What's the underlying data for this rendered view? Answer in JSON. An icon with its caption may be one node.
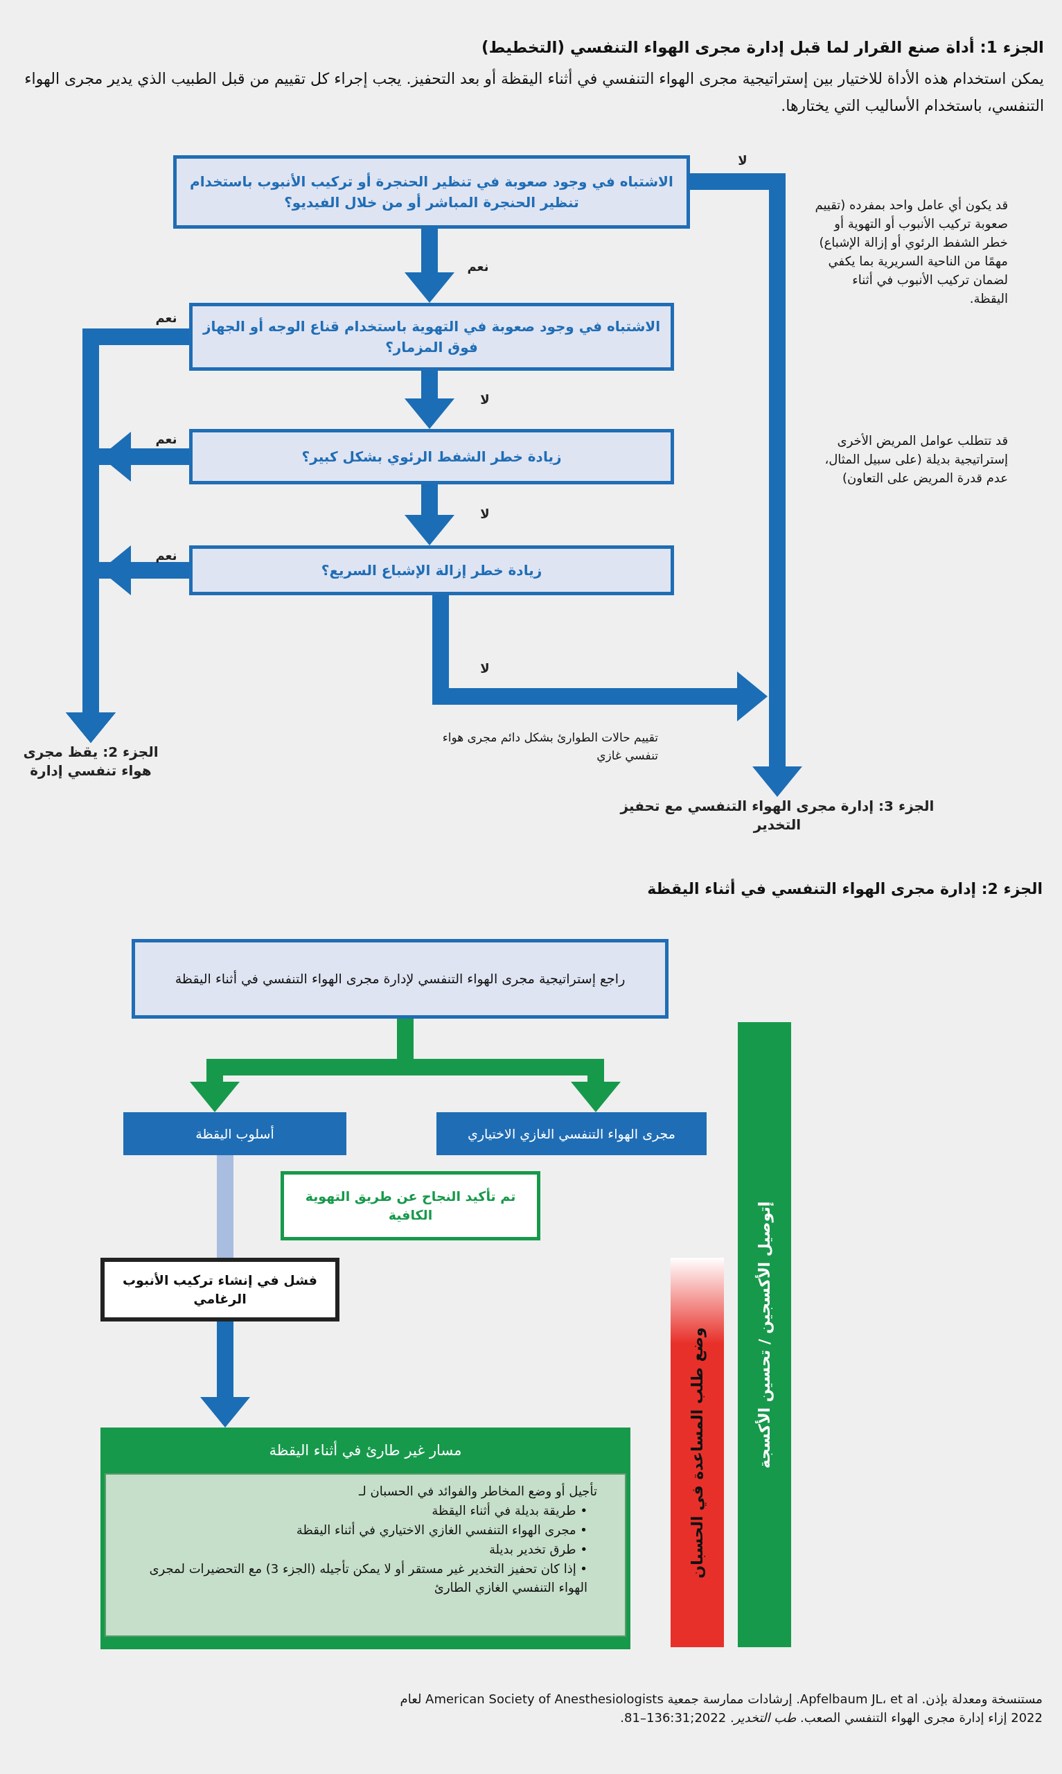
{
  "diagram": {
    "title": "الجزء 1: أداة صنع القرار لما قبل إدارة مجرى الهواء التنفسي (التخطيط)",
    "caption": "مستنسخة ومعدلة بإذن. Apfelbaum JL، et al. إرشادات ممارسة جمعية American Society of Anesthesiologists لعام 2022 إزاء إدارة مجرى الهواء التنفسي الصعب. *طب التخدير*. 2022;136:31–81.",
    "nodes": [
      {
        "text": [
          "الاشتباه في وجود صعوبة في تنظير الحنجرة أو تركيب الأنبوب باستخدام تنظير الحنجرة المباشر أو من خلال الفيديو؟"
        ]
      },
      {
        "text": [
          "الاشتباه في وجود صعوبة في التهوية باستخدام قناع الوجه أو الجهاز فوق المزمار؟"
        ]
      },
      {
        "text": [
          "زيادة خطر الشفط الرئوي بشكل كبير؟"
        ]
      },
      {
        "text": [
          "زيادة خطر إزالة الإشباع السريع؟"
        ]
      },
      {
        "text": [
          "الجزء 2: يقظ مجرى هواء تنفسي إدارة"
        ]
      },
      {
        "text": [
          "الجزء 3: إدارة مجرى الهواء التنفسي مع تحفيز التخدير"
        ]
      },
      {
        "text": [
          "راجع إستراتيجية مجرى الهواء التنفسي لإدارة مجرى الهواء التنفسي في أثناء اليقظة"
        ]
      },
      {
        "text": [
          "مجرى الهواء التنفسي الغازي الاختياري"
        ]
      },
      {
        "text": [
          "أسلوب اليقظة"
        ]
      },
      {
        "text": [
          "تم تأكيد النجاح عن طريق التهوية الكافية"
        ]
      },
      {
        "text": [
          "فشل في إنشاء تركيب الأنبوب الرغامي"
        ]
      },
      {
        "text": [
          "مسار غير طارئ في أثناء اليقظة",
          "تأجيل أو وضع المخاطر والفوائد في الحسبان لـ",
          "• طريقة بديلة في أثناء اليقظة",
          "• مجرى الهواء التنفسي الغازي الاختياري في أثناء اليقظة",
          "• طرق تخدير بديلة",
          "• إذا كان تحفيز التخدير غير مستقر أو لا يمكن تأجيله (الجزء 3) مع التحضيرات لمجرى الهواء التنفسي الغازي الطارئ"
        ]
      },
      {
        "text": [
          "وضع طلب المساعدة في الحسبان"
        ]
      },
      {
        "text": [
          "إتوصيل الأكسجين / تحسين الأكسجة"
        ]
      }
    ],
    "edges": [
      {
        "from": 0,
        "to": 1,
        "arrow": "to",
        "label": "نعم"
      },
      {
        "from": 0,
        "to": 5,
        "arrow": "to",
        "label": "لا"
      },
      {
        "from": 1,
        "to": 4,
        "arrow": "to",
        "label": "نعم"
      },
      {
        "from": 1,
        "to": 2,
        "arrow": "to",
        "label": "لا"
      },
      {
        "from": 2,
        "to": 4,
        "arrow": "to",
        "label": "نعم"
      },
      {
        "from": 2,
        "to": 3,
        "arrow": "to",
        "label": "لا"
      },
      {
        "from": 3,
        "to": 4,
        "arrow": "to",
        "label": "نعم"
      },
      {
        "from": 3,
        "to": 5,
        "arrow": "to",
        "label": "لا"
      },
      {
        "from": 6,
        "to": 7,
        "arrow": "to",
        "color": "#17994b"
      },
      {
        "from": 6,
        "to": 8,
        "arrow": "to",
        "color": "#17994b"
      },
      {
        "from": 8,
        "to": 10,
        "arrow": "none",
        "color": "#a9bde0"
      },
      {
        "from": 10,
        "to": 11,
        "arrow": "to"
      }
    ],
    "labels": [
      "يمكن استخدام هذه الأداة للاختيار بين إستراتيجية مجرى الهواء التنفسي في أثناء اليقظة أو بعد التحفيز. يجب إجراء كل تقييم من قبل الطبيب الذي يدير مجرى الهواء التنفسي، باستخدام الأساليب التي يختارها.",
      "قد يكون أي عامل واحد بمفرده (تقييم صعوبة تركيب الأنبوب أو التهوية أو خطر الشفط الرئوي أو إزالة الإشباع) مهمًا من الناحية السريرية بما يكفي لضمان تركيب الأنبوب في أثناء اليقظة.",
      "قد تتطلب عوامل المريض الأخرى إستراتيجية بديلة (على سبيل المثال، عدم قدرة المريض على التعاون)",
      "تقييم حالات الطوارئ بشكل دائم مجرى هواء تنفسي غازي",
      "الجزء 2: إدارة مجرى الهواء التنفسي في أثناء اليقظة"
    ]
  }
}
